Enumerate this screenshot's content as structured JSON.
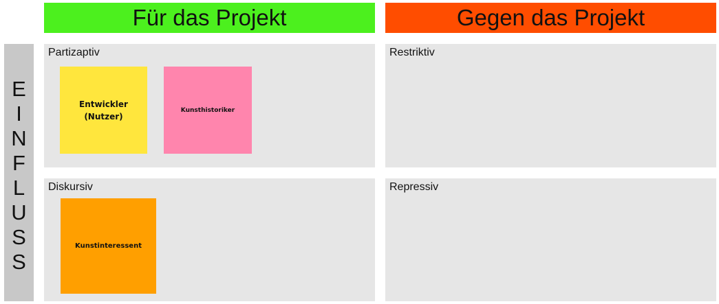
{
  "header": {
    "for_project": "Für das Projekt",
    "against_project": "Gegen das Projekt"
  },
  "sidebar": {
    "title": "EINFLUSS",
    "letters": [
      "E",
      "I",
      "N",
      "F",
      "L",
      "U",
      "S",
      "S"
    ]
  },
  "quadrants": {
    "top_left": "Partizaptiv",
    "top_right": "Restriktiv",
    "bottom_left": "Diskursiv",
    "bottom_right": "Repressiv"
  },
  "notes": {
    "developer": {
      "text": "Entwickler\n(Nutzer)",
      "color": "#ffe63d"
    },
    "art_historian": {
      "text": "Kunsthistoriker",
      "color": "#ff85ad"
    },
    "art_enthusiast": {
      "text": "Kunstinteressent",
      "color": "#ff9f00"
    }
  },
  "colors": {
    "for_header": "#4cf01e",
    "against_header": "#ff4d00",
    "quadrant_bg": "#e6e6e6",
    "sidebar_bg": "#c8c8c8"
  }
}
